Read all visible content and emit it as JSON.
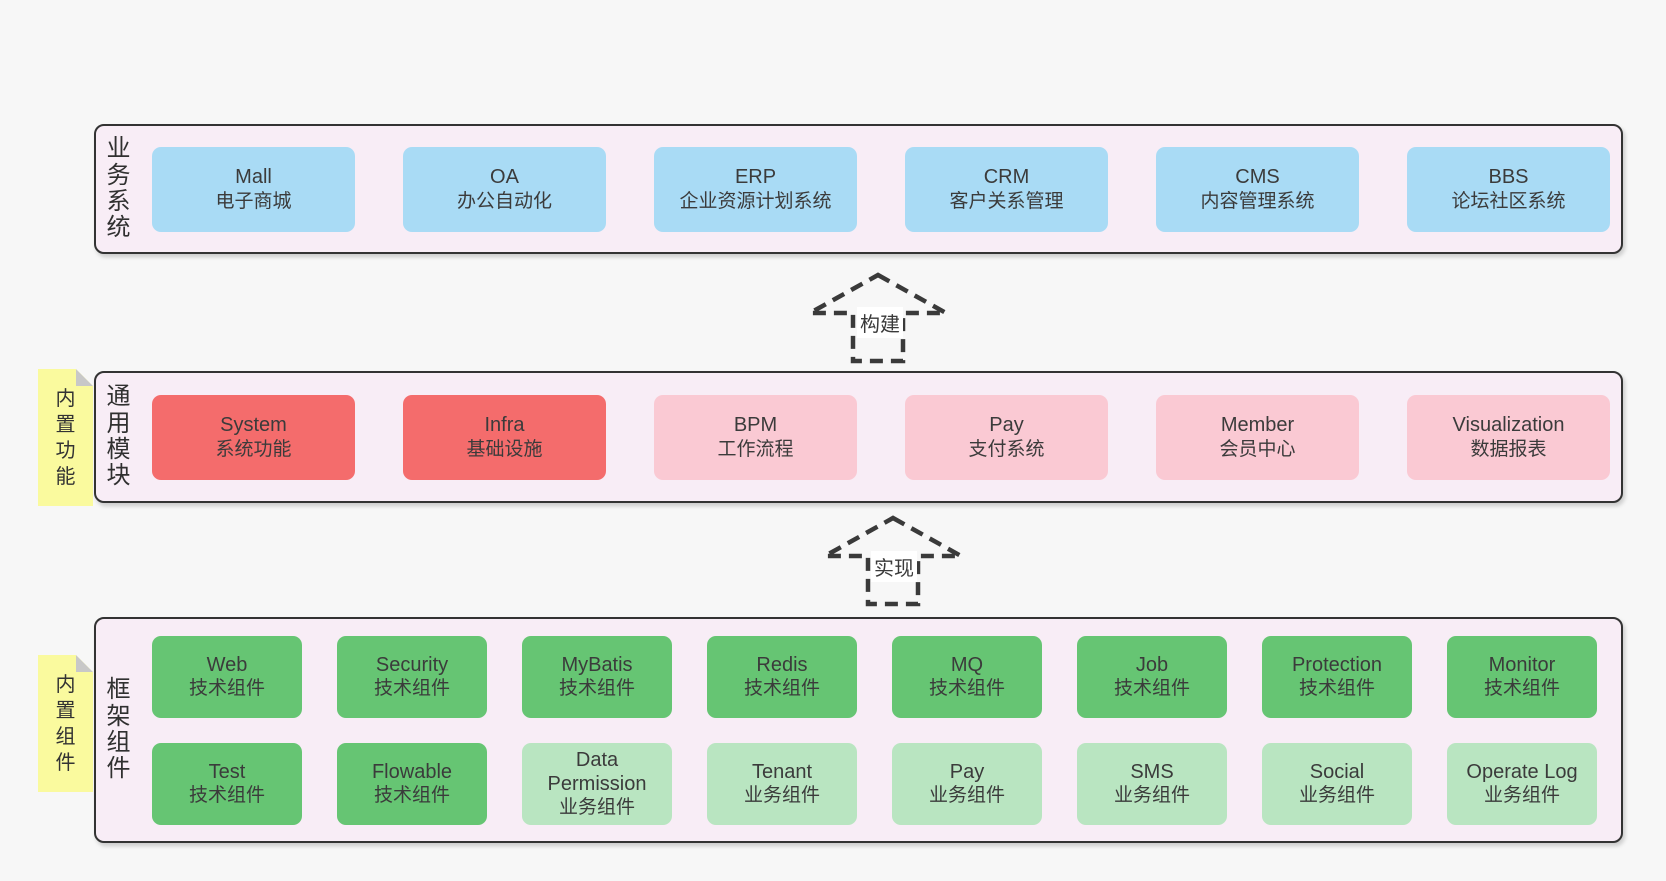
{
  "palette": {
    "page_background": "#f7f7f7",
    "band_background": "#f8edf6",
    "band_border": "#333333",
    "blue": "#a9dbf5",
    "red": "#f46c6c",
    "pink": "#fac9d3",
    "green": "#66c573",
    "lightgreen": "#b9e5c1",
    "sticky_yellow": "#fafa9e",
    "text": "#3b3b3b"
  },
  "arrows": [
    {
      "label": "构建"
    },
    {
      "label": "实现"
    }
  ],
  "bands": [
    {
      "label": "业务系统",
      "boxes": [
        {
          "name": "Mall",
          "subtitle": "电子商城",
          "color": "blue"
        },
        {
          "name": "OA",
          "subtitle": "办公自动化",
          "color": "blue"
        },
        {
          "name": "ERP",
          "subtitle": "企业资源计划系统",
          "color": "blue"
        },
        {
          "name": "CRM",
          "subtitle": "客户关系管理",
          "color": "blue"
        },
        {
          "name": "CMS",
          "subtitle": "内容管理系统",
          "color": "blue"
        },
        {
          "name": "BBS",
          "subtitle": "论坛社区系统",
          "color": "blue"
        }
      ]
    },
    {
      "label": "通用模块",
      "sticky": "内置功能",
      "boxes": [
        {
          "name": "System",
          "subtitle": "系统功能",
          "color": "red"
        },
        {
          "name": "Infra",
          "subtitle": "基础设施",
          "color": "red"
        },
        {
          "name": "BPM",
          "subtitle": "工作流程",
          "color": "pink"
        },
        {
          "name": "Pay",
          "subtitle": "支付系统",
          "color": "pink"
        },
        {
          "name": "Member",
          "subtitle": "会员中心",
          "color": "pink"
        },
        {
          "name": "Visualization",
          "subtitle": "数据报表",
          "color": "pink"
        }
      ]
    },
    {
      "label": "框架组件",
      "sticky": "内置组件",
      "rows": [
        [
          {
            "name": "Web",
            "subtitle": "技术组件",
            "color": "green"
          },
          {
            "name": "Security",
            "subtitle": "技术组件",
            "color": "green"
          },
          {
            "name": "MyBatis",
            "subtitle": "技术组件",
            "color": "green"
          },
          {
            "name": "Redis",
            "subtitle": "技术组件",
            "color": "green"
          },
          {
            "name": "MQ",
            "subtitle": "技术组件",
            "color": "green"
          },
          {
            "name": "Job",
            "subtitle": "技术组件",
            "color": "green"
          },
          {
            "name": "Protection",
            "subtitle": "技术组件",
            "color": "green"
          },
          {
            "name": "Monitor",
            "subtitle": "技术组件",
            "color": "green"
          }
        ],
        [
          {
            "name": "Test",
            "subtitle": "技术组件",
            "color": "green"
          },
          {
            "name": "Flowable",
            "subtitle": "技术组件",
            "color": "green"
          },
          {
            "name": "Data Permission",
            "subtitle": "业务组件",
            "color": "lightgreen"
          },
          {
            "name": "Tenant",
            "subtitle": "业务组件",
            "color": "lightgreen"
          },
          {
            "name": "Pay",
            "subtitle": "业务组件",
            "color": "lightgreen"
          },
          {
            "name": "SMS",
            "subtitle": "业务组件",
            "color": "lightgreen"
          },
          {
            "name": "Social",
            "subtitle": "业务组件",
            "color": "lightgreen"
          },
          {
            "name": "Operate Log",
            "subtitle": "业务组件",
            "color": "lightgreen"
          }
        ]
      ]
    }
  ]
}
